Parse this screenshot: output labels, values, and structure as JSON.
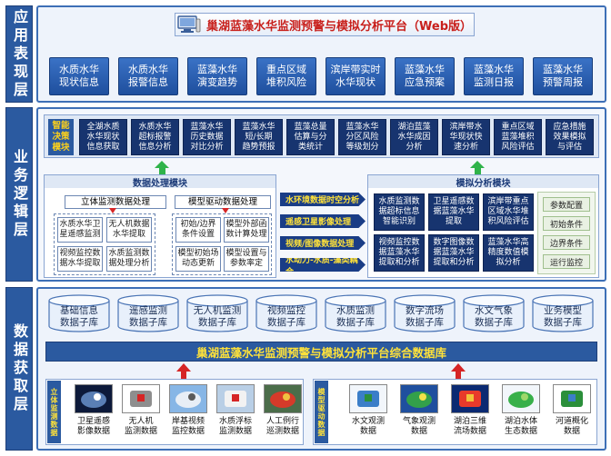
{
  "layers": {
    "app": "应用表现层",
    "biz": "业务逻辑层",
    "data": "数据获取层"
  },
  "platform_title": "巢湖蓝藻水华监测预警与模拟分析平台（Web版）",
  "app_items": [
    "水质水华\n现状信息",
    "水质水华\n报警信息",
    "蓝藻水华\n演变趋势",
    "重点区域\n堆积风险",
    "滨岸带实时\n水华现状",
    "蓝藻水华\n应急预案",
    "蓝藻水华\n监测日报",
    "蓝藻水华\n预警周报"
  ],
  "smart": {
    "label": "智能\n决策\n模块",
    "items": [
      "全湖水质\n水华现状\n信息获取",
      "水质水华\n超标报警\n信息分析",
      "蓝藻水华\n历史数据\n对比分析",
      "蓝藻水华\n短/长期\n趋势预报",
      "蓝藻总量\n估算与分\n类统计",
      "蓝藻水华\n分区风险\n等级划分",
      "湖泊蓝藻\n水华成因\n分析",
      "滨岸带水\n华现状快\n速分析",
      "重点区域\n蓝藻堆积\n风险评估",
      "应急措施\n效果模拟\n与评估"
    ]
  },
  "processing": {
    "title": "数据处理模块",
    "left_header": "立体监测数据处理",
    "right_header": "模型驱动数据处理",
    "left_items": [
      "水质水华卫\n星遥感监测",
      "无人机数据\n水华提取",
      "视频监控数\n据水华提取",
      "水质监测数\n据处理分析"
    ],
    "right_items": [
      "初始/边界\n条件设置",
      "模型外部函\n数计算处理",
      "模型初始场\n动态更新",
      "模型设置与\n参数率定"
    ]
  },
  "flows": [
    "水环境数据时空分析",
    "遥感卫星影像处理",
    "视频/图像数据处理",
    "水动力-水质-藻类耦合"
  ],
  "simulation": {
    "title": "模拟分析模块",
    "items": [
      "水质监测数\n据超标信息\n智能识别",
      "卫星遥感数\n据蓝藻水华\n提取",
      "滨岸带重点\n区域水华堆\n积风险评估",
      "视频监控数\n据蓝藻水华\n提取和分析",
      "数字图像数\n据蓝藻水华\n提取和分析",
      "蓝藻水华高\n精度数值模\n拟分析"
    ],
    "params": [
      "参数配置",
      "初始条件",
      "边界条件",
      "运行监控"
    ]
  },
  "databases": [
    "基础信息\n数据子库",
    "遥感监测\n数据子库",
    "无人机监测\n数据子库",
    "视频监控\n数据子库",
    "水质监测\n数据子库",
    "数字流场\n数据子库",
    "水文气象\n数据子库",
    "业务模型\n数据子库"
  ],
  "db_title": "巢湖蓝藻水华监测预警与模拟分析平台综合数据库",
  "monitor": {
    "label": "立体监测数据",
    "items": [
      "卫星遥感\n影像数据",
      "无人机\n监测数据",
      "岸基视频\n监控数据",
      "水质浮标\n监测数据",
      "人工例行\n巡测数据"
    ]
  },
  "model": {
    "label": "模型驱动数据",
    "items": [
      "水文观测\n数据",
      "气象观测\n数据",
      "湖泊三维\n流场数据",
      "湖泊水体\n生态数据",
      "河道概化\n数据"
    ]
  },
  "colors": {
    "primary": "#2b5aa0",
    "dark": "#17346f",
    "title_red": "#c8201c",
    "accent_yellow": "#ffe23a",
    "green": "#2fb34a"
  }
}
